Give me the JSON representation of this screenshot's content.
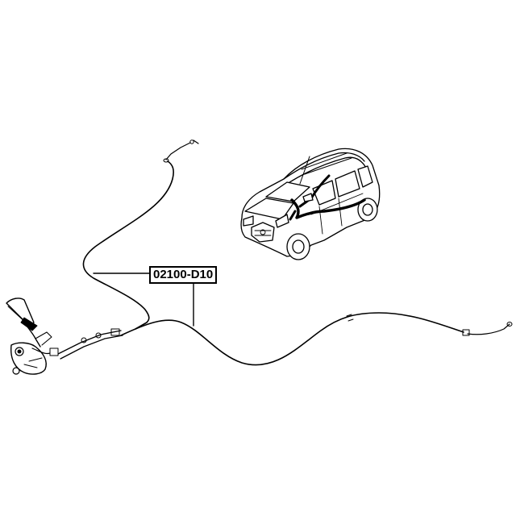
{
  "diagram": {
    "part_label": "02100-D10",
    "line_color": "#000000",
    "background": "#ffffff",
    "components": [
      {
        "name": "parking-brake-lever"
      },
      {
        "name": "parking-brake-cable-left"
      },
      {
        "name": "parking-brake-cable-right"
      },
      {
        "name": "vehicle-suv-illustration"
      }
    ]
  }
}
